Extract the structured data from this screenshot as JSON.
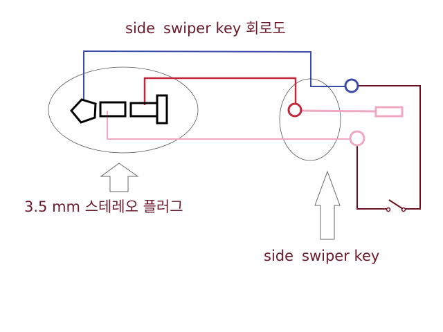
{
  "title": {
    "part1": "side",
    "part2": "swiper key 회로도"
  },
  "plug_label": "3.5 mm 스테레오 플러그",
  "key_label": {
    "part1": "side",
    "part2": "swiper key"
  },
  "colors": {
    "blue_wire": "#3c4aa8",
    "red_wire": "#c0283a",
    "pink_wire": "#f0a8c0",
    "dark_red_wire": "#6b1020",
    "outline": "#000000",
    "ellipse": "#555555",
    "text": "#6b1a2a"
  },
  "icons": {
    "plug_arrow": "up-arrow-outline",
    "key_arrow": "up-arrow-outline",
    "switch": "spst-switch"
  }
}
